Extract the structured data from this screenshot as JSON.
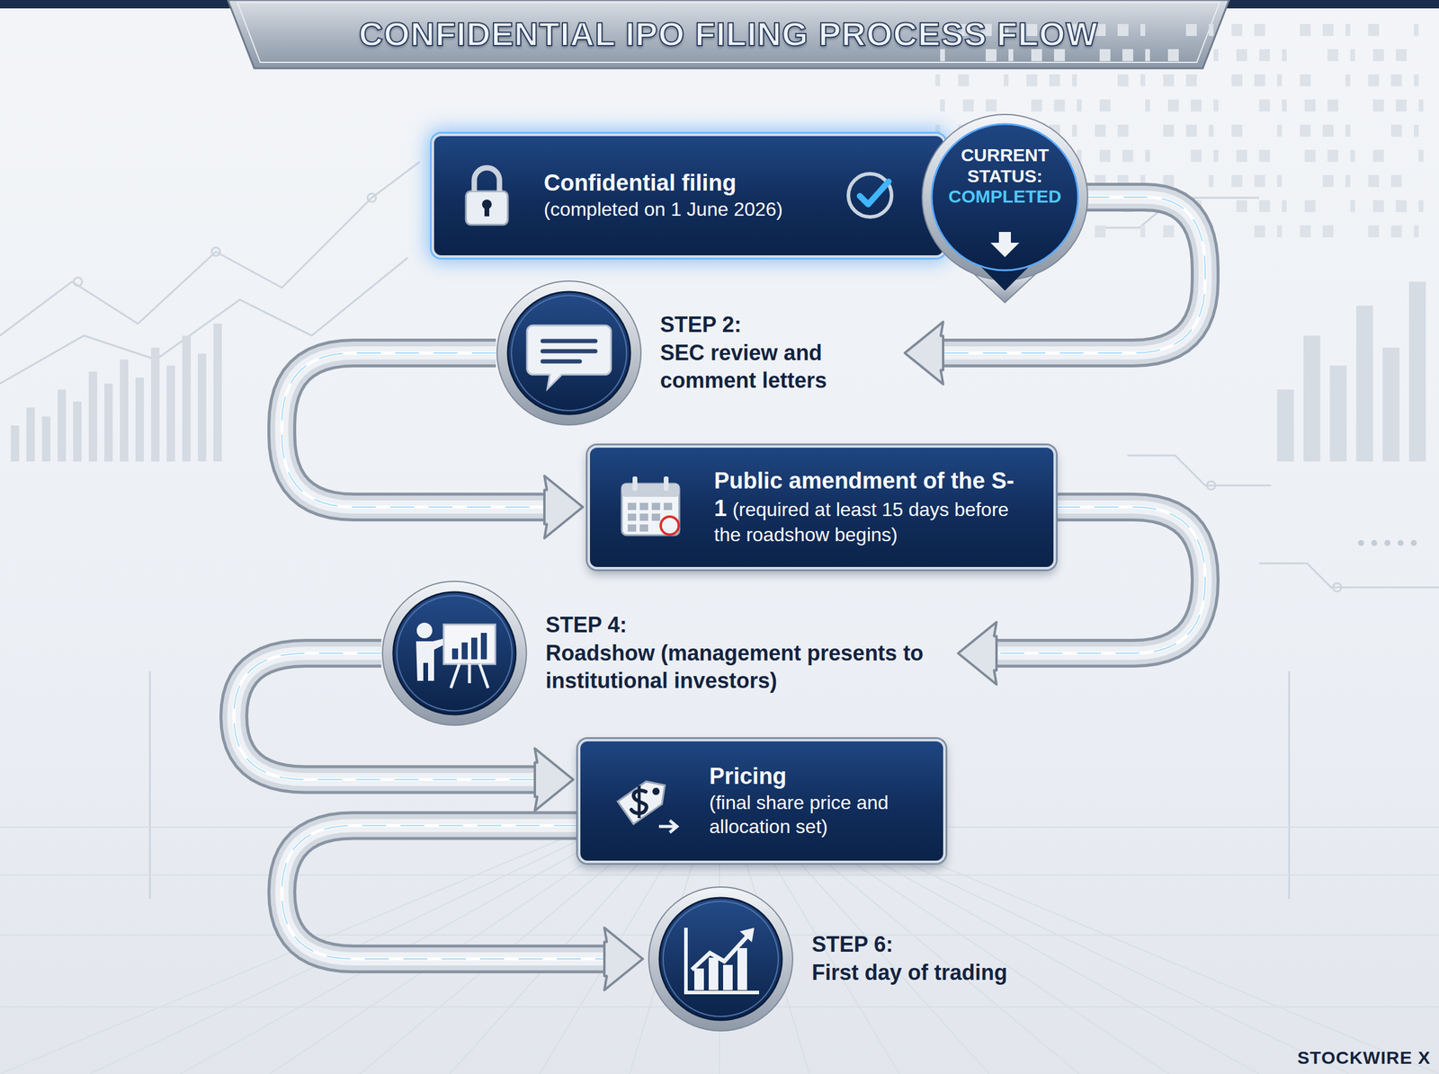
{
  "diagram": {
    "title": "CONFIDENTIAL IPO FILING PROCESS FLOW",
    "nodes": [
      {
        "text": [
          "Confidential filing",
          "(completed on 1 June 2026)"
        ]
      },
      {
        "text": [
          "CURRENT STATUS:",
          "COMPLETED"
        ]
      },
      {
        "text": [
          "STEP 2:",
          "SEC review and comment letters"
        ]
      },
      {
        "text": [
          "Public amendment of the S-1",
          "(required at least 15 days before the roadshow begins)"
        ]
      },
      {
        "text": [
          "STEP 4:",
          "Roadshow (management presents to institutional investors)"
        ]
      },
      {
        "text": [
          "Pricing",
          "(final share price and allocation set)"
        ]
      },
      {
        "text": [
          "STEP 6:",
          "First day of trading"
        ]
      }
    ],
    "edges": [
      {
        "from": 1,
        "to": 2,
        "arrow": "to"
      },
      {
        "from": 2,
        "to": 3,
        "arrow": "to"
      },
      {
        "from": 3,
        "to": 4,
        "arrow": "to"
      },
      {
        "from": 4,
        "to": 5,
        "arrow": "to"
      },
      {
        "from": 5,
        "to": 6,
        "arrow": "to"
      }
    ],
    "labels": [
      "STOCKWIRE X"
    ]
  }
}
